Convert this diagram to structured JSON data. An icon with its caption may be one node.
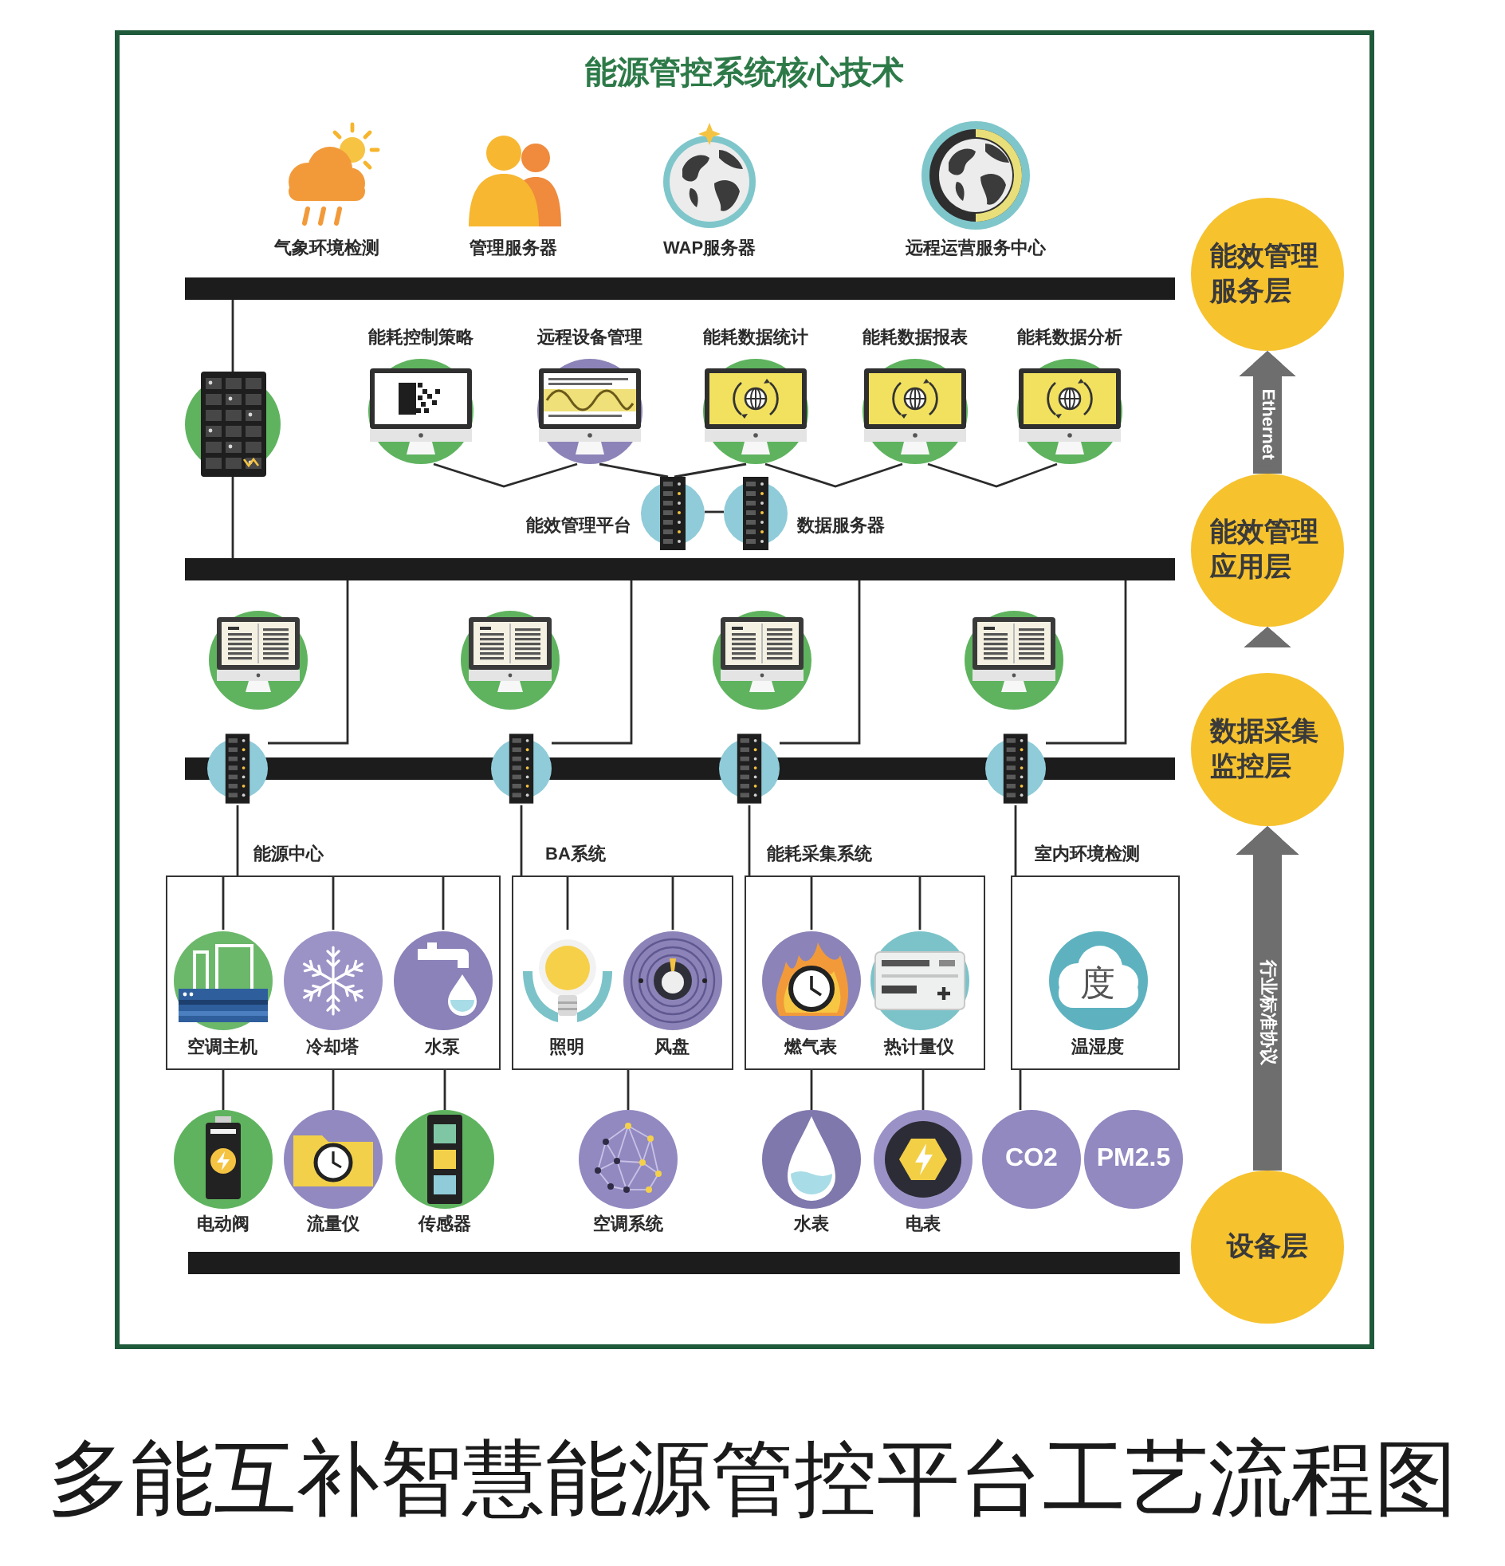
{
  "diagram": {
    "title": "能源管控系统核心技术",
    "caption": "多能互补智慧能源管控平台工艺流程图",
    "nodes": [
      {
        "text": [
          "气象环境检测"
        ]
      },
      {
        "text": [
          "管理服务器"
        ]
      },
      {
        "text": [
          "WAP服务器"
        ]
      },
      {
        "text": [
          "远程运营服务中心"
        ]
      },
      {
        "text": [
          "能效管理服务层"
        ]
      },
      {
        "text": [],
        "shape": "bar"
      },
      {
        "text": [],
        "shape": "picture"
      },
      {
        "text": [
          "能耗控制策略"
        ]
      },
      {
        "text": [
          "远程设备管理"
        ]
      },
      {
        "text": [
          "能耗数据统计"
        ]
      },
      {
        "text": [
          "能耗数据报表"
        ]
      },
      {
        "text": [
          "能耗数据分析"
        ]
      },
      {
        "text": [
          "能效管理平台"
        ]
      },
      {
        "text": [
          "数据服务器"
        ]
      },
      {
        "text": [
          "能效管理应用层"
        ]
      },
      {
        "text": [],
        "shape": "bar"
      },
      {
        "text": [],
        "shape": "picture"
      },
      {
        "text": [],
        "shape": "picture"
      },
      {
        "text": [],
        "shape": "picture"
      },
      {
        "text": [],
        "shape": "picture"
      },
      {
        "text": [],
        "shape": "bar"
      },
      {
        "text": [],
        "shape": "picture"
      },
      {
        "text": [],
        "shape": "picture"
      },
      {
        "text": [],
        "shape": "picture"
      },
      {
        "text": [],
        "shape": "picture"
      },
      {
        "text": [
          "数据采集监控层"
        ]
      },
      {
        "text": [
          "能源中心"
        ]
      },
      {
        "text": [
          "空调主机"
        ],
        "in": 26
      },
      {
        "text": [
          "冷却塔"
        ],
        "in": 26
      },
      {
        "text": [
          "水泵"
        ],
        "in": 26
      },
      {
        "text": [
          "BA系统"
        ]
      },
      {
        "text": [
          "照明"
        ],
        "in": 30
      },
      {
        "text": [
          "风盘"
        ],
        "in": 30
      },
      {
        "text": [
          "能耗采集系统"
        ]
      },
      {
        "text": [
          "燃气表"
        ],
        "in": 33
      },
      {
        "text": [
          "热计量仪"
        ],
        "in": 33
      },
      {
        "text": [
          "室内环境检测"
        ]
      },
      {
        "text": [
          "度",
          "温湿度"
        ],
        "in": 36
      },
      {
        "text": [
          "电动阀"
        ]
      },
      {
        "text": [
          "流量仪"
        ]
      },
      {
        "text": [
          "传感器"
        ]
      },
      {
        "text": [
          "空调系统"
        ]
      },
      {
        "text": [
          "水表"
        ]
      },
      {
        "text": [
          "电表"
        ]
      },
      {
        "text": [
          "CO2"
        ]
      },
      {
        "text": [
          "PM2.5"
        ]
      },
      {
        "text": [
          "设备层"
        ]
      },
      {
        "text": [],
        "shape": "bar"
      }
    ],
    "edges": [
      {
        "from": 5,
        "to": 6,
        "arrow": "none"
      },
      {
        "from": 6,
        "to": 15,
        "arrow": "none"
      },
      {
        "from": 7,
        "to": 8,
        "arrow": "none"
      },
      {
        "from": 8,
        "to": 12,
        "arrow": "none"
      },
      {
        "from": 9,
        "to": 12,
        "arrow": "none"
      },
      {
        "from": 9,
        "to": 10,
        "arrow": "none"
      },
      {
        "from": 10,
        "to": 11,
        "arrow": "none"
      },
      {
        "from": 12,
        "to": 13,
        "arrow": "none"
      },
      {
        "from": 15,
        "to": 21,
        "arrow": "none"
      },
      {
        "from": 15,
        "to": 22,
        "arrow": "none"
      },
      {
        "from": 15,
        "to": 23,
        "arrow": "none"
      },
      {
        "from": 15,
        "to": 24,
        "arrow": "none"
      },
      {
        "from": 21,
        "to": 26,
        "arrow": "none"
      },
      {
        "from": 22,
        "to": 30,
        "arrow": "none"
      },
      {
        "from": 23,
        "to": 33,
        "arrow": "none"
      },
      {
        "from": 24,
        "to": 36,
        "arrow": "none"
      },
      {
        "from": 26,
        "to": 27,
        "arrow": "none"
      },
      {
        "from": 26,
        "to": 28,
        "arrow": "none"
      },
      {
        "from": 26,
        "to": 29,
        "arrow": "none"
      },
      {
        "from": 30,
        "to": 31,
        "arrow": "none"
      },
      {
        "from": 30,
        "to": 32,
        "arrow": "none"
      },
      {
        "from": 33,
        "to": 34,
        "arrow": "none"
      },
      {
        "from": 33,
        "to": 35,
        "arrow": "none"
      },
      {
        "from": 26,
        "to": 38,
        "arrow": "none"
      },
      {
        "from": 26,
        "to": 39,
        "arrow": "none"
      },
      {
        "from": 26,
        "to": 40,
        "arrow": "none"
      },
      {
        "from": 30,
        "to": 41,
        "arrow": "none"
      },
      {
        "from": 33,
        "to": 42,
        "arrow": "none"
      },
      {
        "from": 33,
        "to": 43,
        "arrow": "none"
      },
      {
        "from": 36,
        "to": 44,
        "arrow": "none"
      },
      {
        "from": 46,
        "to": 25,
        "arrow": "to",
        "label": "行业标准协议",
        "style": "thick",
        "color": "#6e6e6e"
      },
      {
        "from": 25,
        "to": 14,
        "arrow": "to",
        "style": "thick",
        "color": "#6e6e6e"
      },
      {
        "from": 14,
        "to": 4,
        "arrow": "to",
        "label": "Ethernet",
        "style": "thick",
        "color": "#6e6e6e"
      }
    ]
  }
}
